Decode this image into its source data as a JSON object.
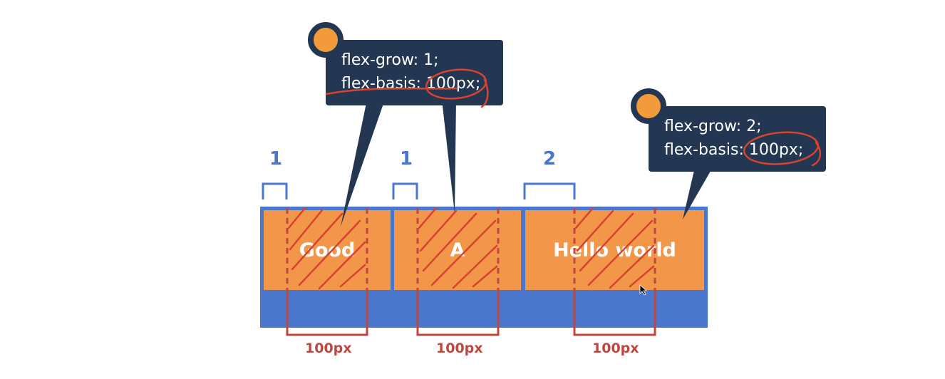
{
  "items": [
    {
      "label": "Good",
      "grow": "1",
      "basis": "100px"
    },
    {
      "label": "A",
      "grow": "1",
      "basis": "100px"
    },
    {
      "label": "Hello world",
      "grow": "2",
      "basis": "100px"
    }
  ],
  "tooltips": [
    {
      "line1": "flex-grow: 1;",
      "line2": "flex-basis: 100px;"
    },
    {
      "line1": "flex-grow: 2;",
      "line2": "flex-basis: 100px;"
    }
  ],
  "colors": {
    "container": "#4a76cc",
    "item": "#f2974a",
    "tooltip": "#233752",
    "annotation": "#c0473f",
    "grow_bracket": "#4a76cc"
  }
}
